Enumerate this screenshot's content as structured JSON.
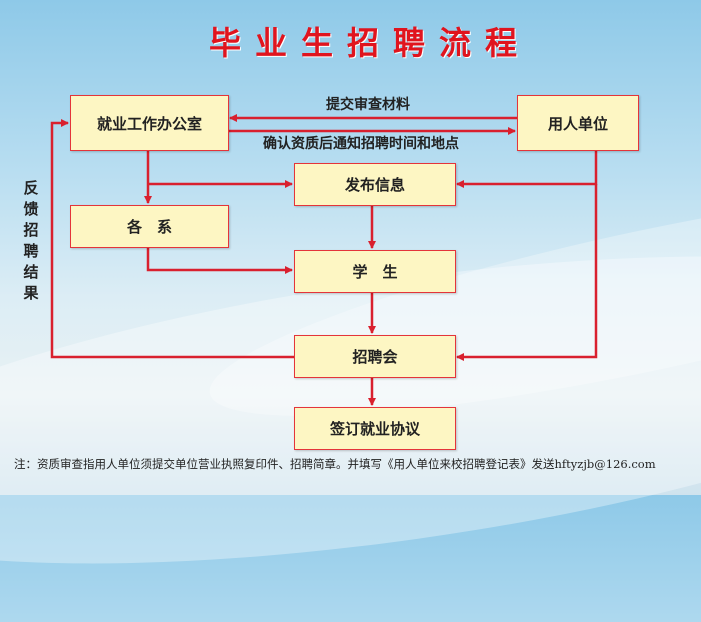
{
  "title": "毕业生招聘流程",
  "nodes": {
    "office": "就业工作办公室",
    "employer": "用人单位",
    "publish": "发布信息",
    "departments": "各　系",
    "students": "学　生",
    "fair": "招聘会",
    "agreement": "签订就业协议"
  },
  "edges": {
    "submit": "提交审查材料",
    "confirm": "确认资质后通知招聘时间和地点",
    "feedback": "反馈招聘结果"
  },
  "note": "注：资质审查指用人单位须提交单位营业执照复印件、招聘简章。并填写《用人单位来校招聘登记表》发送hftyzjb@126.com",
  "colors": {
    "arrow": "#d9202e",
    "box_fill": "#fdf6c3",
    "title": "#e0141e"
  }
}
